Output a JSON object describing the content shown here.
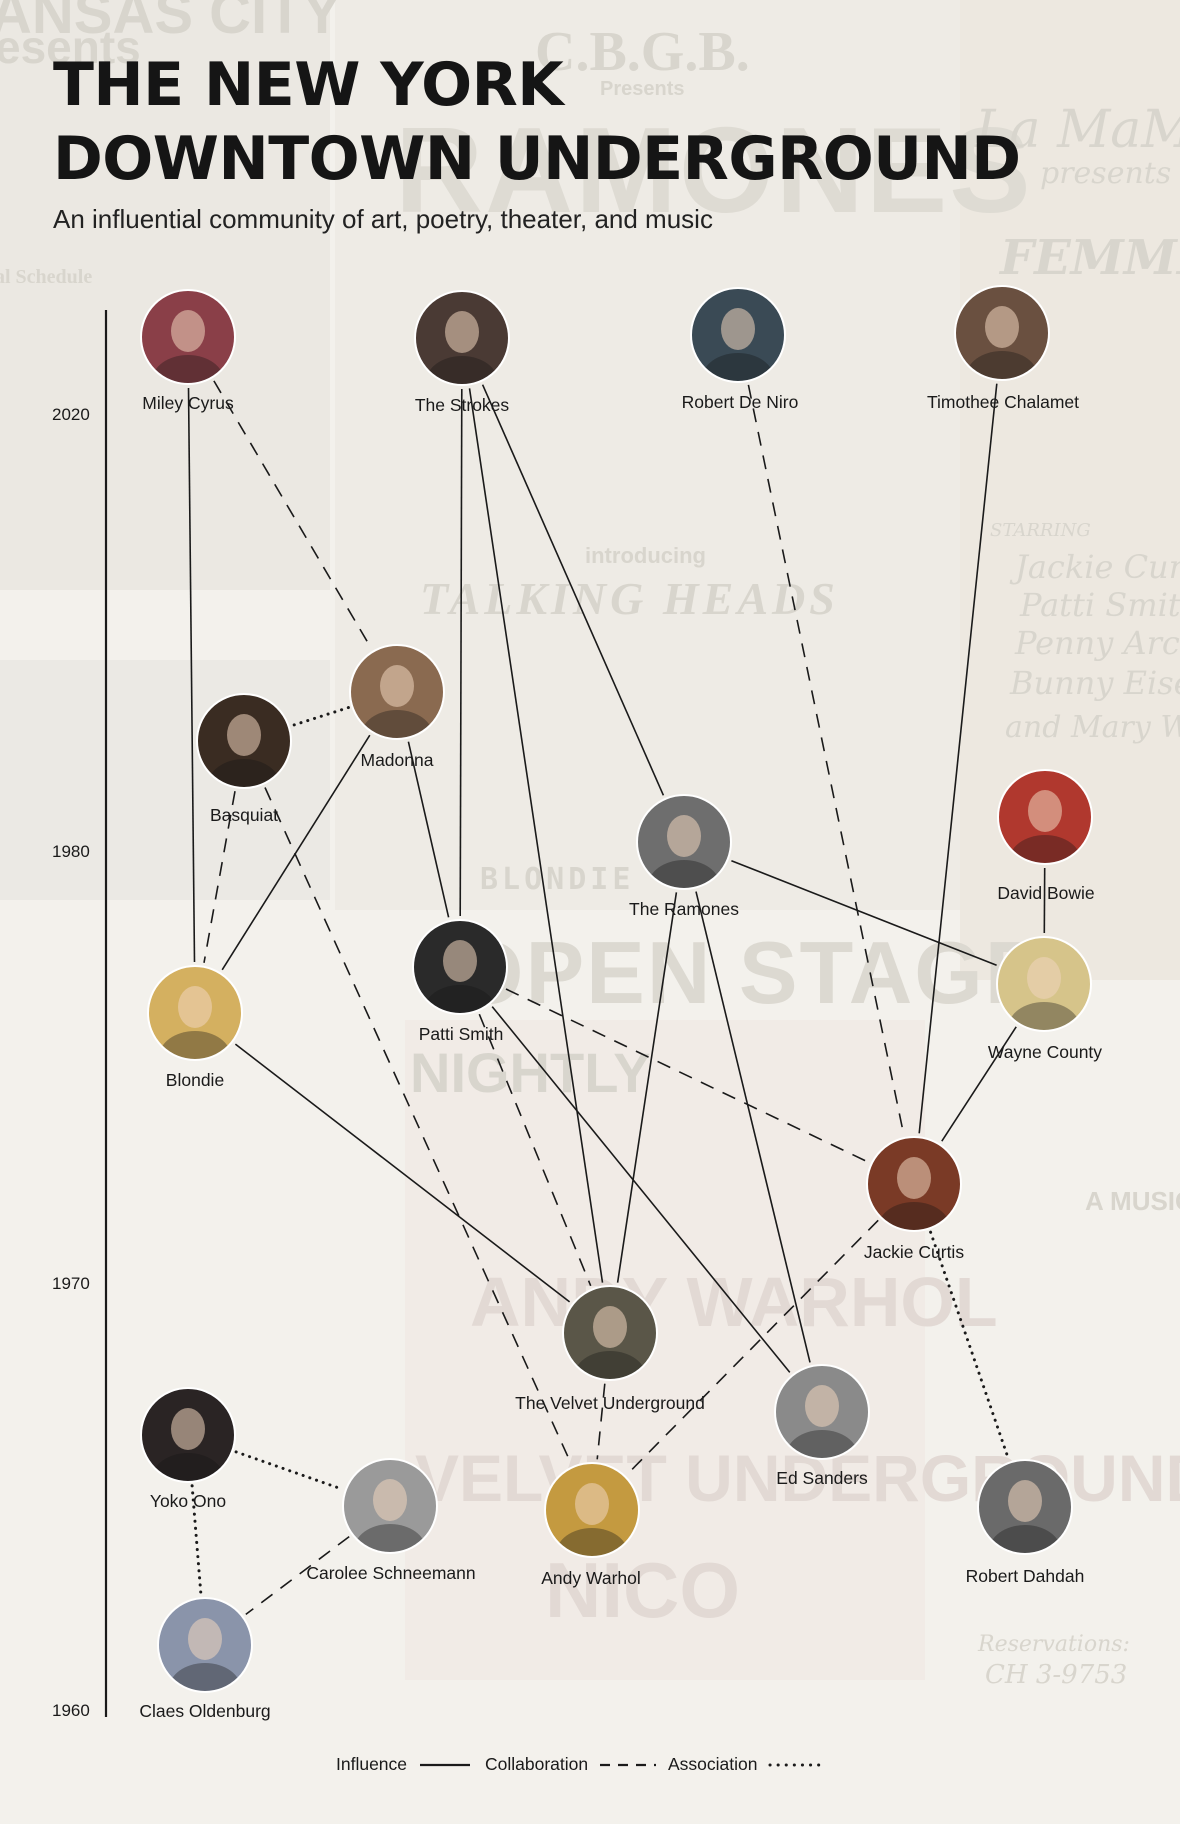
{
  "title": {
    "line1": "THE NEW YORK",
    "line2": "DOWNTOWN UNDERGROUND",
    "subtitle": "An influential community of art, poetry, theater, and music"
  },
  "timeline": {
    "years": [
      "2020",
      "1980",
      "1970",
      "1960"
    ]
  },
  "nodes": [
    {
      "id": "miley",
      "label": "Miley Cyrus",
      "color": "#8a3f48",
      "icon": "portrait-miley-cyrus-icon"
    },
    {
      "id": "strokes",
      "label": "The Strokes",
      "color": "#4a3a34",
      "icon": "group-photo-the-strokes-icon"
    },
    {
      "id": "deniro",
      "label": "Robert De Niro",
      "color": "#3a4a55",
      "icon": "portrait-robert-de-niro-icon"
    },
    {
      "id": "chalamet",
      "label": "Timothee Chalamet",
      "color": "#6a5040",
      "icon": "portrait-timothee-chalamet-icon"
    },
    {
      "id": "madonna",
      "label": "Madonna",
      "color": "#8a6a50",
      "icon": "portrait-madonna-icon"
    },
    {
      "id": "basquiat",
      "label": "Basquiat",
      "color": "#3a2c22",
      "icon": "portrait-basquiat-icon"
    },
    {
      "id": "ramones",
      "label": "The Ramones",
      "color": "#6e6e6e",
      "icon": "group-photo-the-ramones-icon"
    },
    {
      "id": "bowie",
      "label": "David Bowie",
      "color": "#b0382e",
      "icon": "portrait-david-bowie-icon"
    },
    {
      "id": "blondie",
      "label": "Blondie",
      "color": "#d4b060",
      "icon": "portrait-blondie-icon"
    },
    {
      "id": "patti",
      "label": "Patti Smith",
      "color": "#2a2a2a",
      "icon": "portrait-patti-smith-icon"
    },
    {
      "id": "wayne",
      "label": "Wayne County",
      "color": "#d6c48a",
      "icon": "portrait-wayne-county-icon"
    },
    {
      "id": "jackie",
      "label": "Jackie Curtis",
      "color": "#7a3a26",
      "icon": "portrait-jackie-curtis-icon"
    },
    {
      "id": "velvet",
      "label": "The Velvet Underground",
      "color": "#5a5648",
      "icon": "group-photo-the-velvet-underground-icon"
    },
    {
      "id": "sanders",
      "label": "Ed Sanders",
      "color": "#8a8a8a",
      "icon": "portrait-ed-sanders-icon"
    },
    {
      "id": "yoko",
      "label": "Yoko Ono",
      "color": "#2a2424",
      "icon": "portrait-yoko-ono-icon"
    },
    {
      "id": "carolee",
      "label": "Carolee Schneemann",
      "color": "#9a9a9a",
      "icon": "portrait-carolee-schneemann-icon"
    },
    {
      "id": "warhol",
      "label": "Andy Warhol",
      "color": "#c49a40",
      "icon": "portrait-andy-warhol-icon"
    },
    {
      "id": "dahdah",
      "label": "Robert Dahdah",
      "color": "#6a6a6a",
      "icon": "portrait-robert-dahdah-icon"
    },
    {
      "id": "oldenburg",
      "label": "Claes Oldenburg",
      "color": "#8a94aa",
      "icon": "portrait-claes-oldenburg-icon"
    }
  ],
  "edges": [
    {
      "from": "miley",
      "to": "madonna",
      "type": "collaboration"
    },
    {
      "from": "miley",
      "to": "blondie",
      "type": "influence"
    },
    {
      "from": "madonna",
      "to": "basquiat",
      "type": "association"
    },
    {
      "from": "madonna",
      "to": "blondie",
      "type": "influence"
    },
    {
      "from": "madonna",
      "to": "patti",
      "type": "influence"
    },
    {
      "from": "basquiat",
      "to": "blondie",
      "type": "collaboration"
    },
    {
      "from": "basquiat",
      "to": "warhol",
      "type": "collaboration"
    },
    {
      "from": "strokes",
      "to": "patti",
      "type": "influence"
    },
    {
      "from": "strokes",
      "to": "velvet",
      "type": "influence"
    },
    {
      "from": "strokes",
      "to": "ramones",
      "type": "influence"
    },
    {
      "from": "deniro",
      "to": "jackie",
      "type": "collaboration"
    },
    {
      "from": "chalamet",
      "to": "jackie",
      "type": "influence"
    },
    {
      "from": "bowie",
      "to": "wayne",
      "type": "influence"
    },
    {
      "from": "ramones",
      "to": "wayne",
      "type": "influence"
    },
    {
      "from": "ramones",
      "to": "velvet",
      "type": "influence"
    },
    {
      "from": "ramones",
      "to": "sanders",
      "type": "influence"
    },
    {
      "from": "wayne",
      "to": "jackie",
      "type": "influence"
    },
    {
      "from": "blondie",
      "to": "velvet",
      "type": "influence"
    },
    {
      "from": "patti",
      "to": "jackie",
      "type": "collaboration"
    },
    {
      "from": "patti",
      "to": "velvet",
      "type": "collaboration"
    },
    {
      "from": "patti",
      "to": "sanders",
      "type": "influence"
    },
    {
      "from": "jackie",
      "to": "warhol",
      "type": "collaboration"
    },
    {
      "from": "jackie",
      "to": "dahdah",
      "type": "association"
    },
    {
      "from": "velvet",
      "to": "warhol",
      "type": "collaboration"
    },
    {
      "from": "yoko",
      "to": "carolee",
      "type": "association"
    },
    {
      "from": "yoko",
      "to": "oldenburg",
      "type": "association"
    },
    {
      "from": "carolee",
      "to": "oldenburg",
      "type": "collaboration"
    }
  ],
  "legend": {
    "influence": "Influence",
    "collaboration": "Collaboration",
    "association": "Association"
  },
  "background": {
    "texts": [
      "ANSAS CITY",
      "esents",
      "C.B.G.B.",
      "Presents",
      "RAMONES",
      "introducing",
      "TALKING HEADS",
      "BLONDIE",
      "OPEN STAGE",
      "NIGHTLY",
      "ANDY WARHOL",
      "VELVET UNDERGROUND",
      "NICO",
      "La MaMa",
      "presents",
      "FEMME FATALE",
      "STARRING",
      "Jackie Curtis",
      "Patti Smith",
      "Penny Arcade",
      "Bunny Eisenhower",
      "and Mary Woronov",
      "A MUSICAL",
      "Reservations:",
      "CH 3-9753",
      "al Schedule"
    ],
    "palette": {
      "paper": "#f3f1ec",
      "ink": "#d8d5cd",
      "accent": "#ece5dd"
    }
  }
}
